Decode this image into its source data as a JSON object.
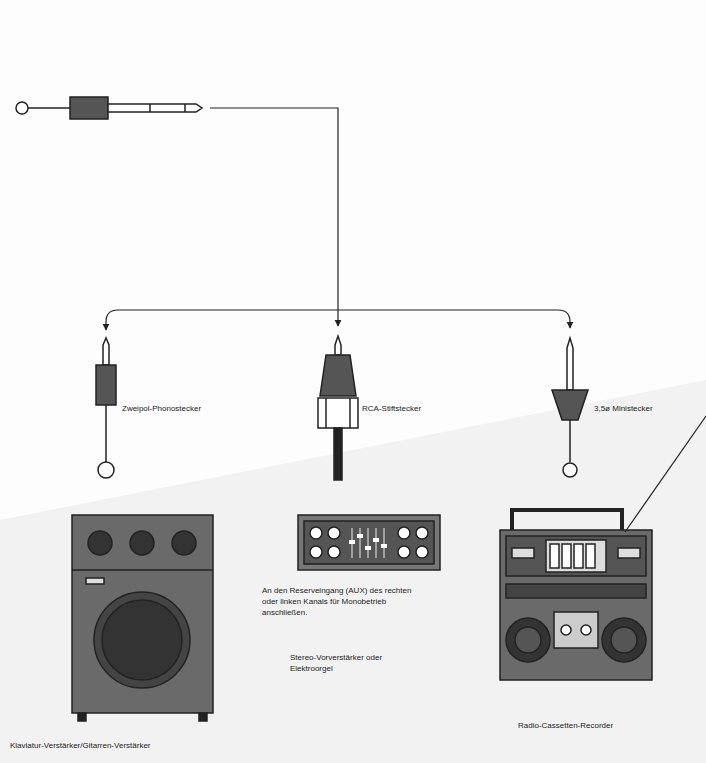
{
  "diagram": {
    "labels": [
      "Zweipol-Phonostecker",
      "RCA-Stiftstecker",
      "3,5ø Ministecker",
      "An den Reserveingang (AUX) des rechten oder linken Kanals für Monobetrieb anschließen.",
      "Stereo-Vorverstärker oder Elektroorgel",
      "Radio-Cassetten-Recorder",
      "Klaviatur-Verstärker/Gitarren-Verstärker"
    ]
  }
}
